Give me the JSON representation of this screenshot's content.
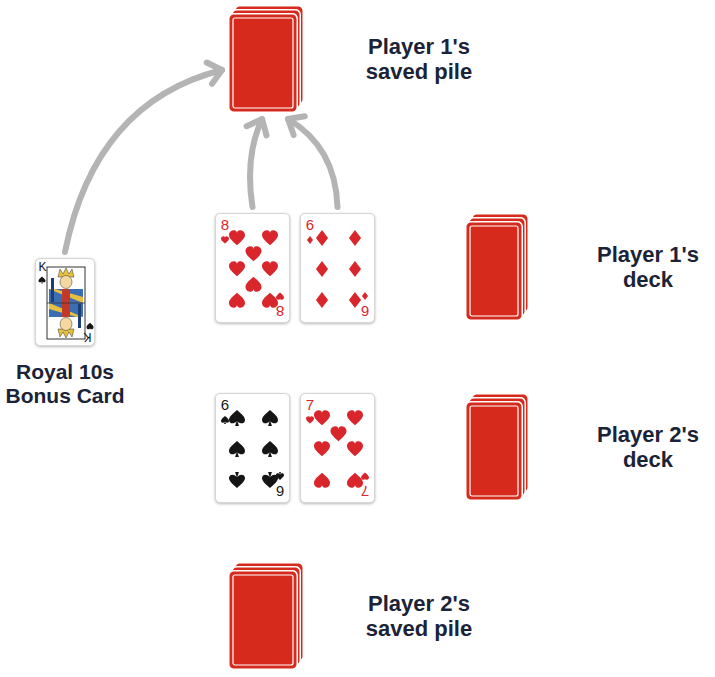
{
  "diagram": {
    "nodes": [
      {
        "text": [
          "Player 1's saved pile"
        ]
      },
      {
        "text": [
          "K",
          "K",
          "Royal 10s Bonus Card"
        ]
      },
      {
        "text": [
          "8",
          "8"
        ]
      },
      {
        "text": [
          "6",
          "6"
        ]
      },
      {
        "text": [
          "Player 1's deck"
        ]
      },
      {
        "text": [
          "6",
          "6"
        ]
      },
      {
        "text": [
          "7",
          "7"
        ]
      },
      {
        "text": [
          "Player 2's deck"
        ]
      },
      {
        "text": [
          "Player 2's saved pile"
        ]
      }
    ],
    "edges": [
      {
        "from": 1,
        "to": 0,
        "arrow": "to"
      },
      {
        "from": 2,
        "to": 0,
        "arrow": "to"
      },
      {
        "from": 3,
        "to": 0,
        "arrow": "to"
      }
    ]
  }
}
